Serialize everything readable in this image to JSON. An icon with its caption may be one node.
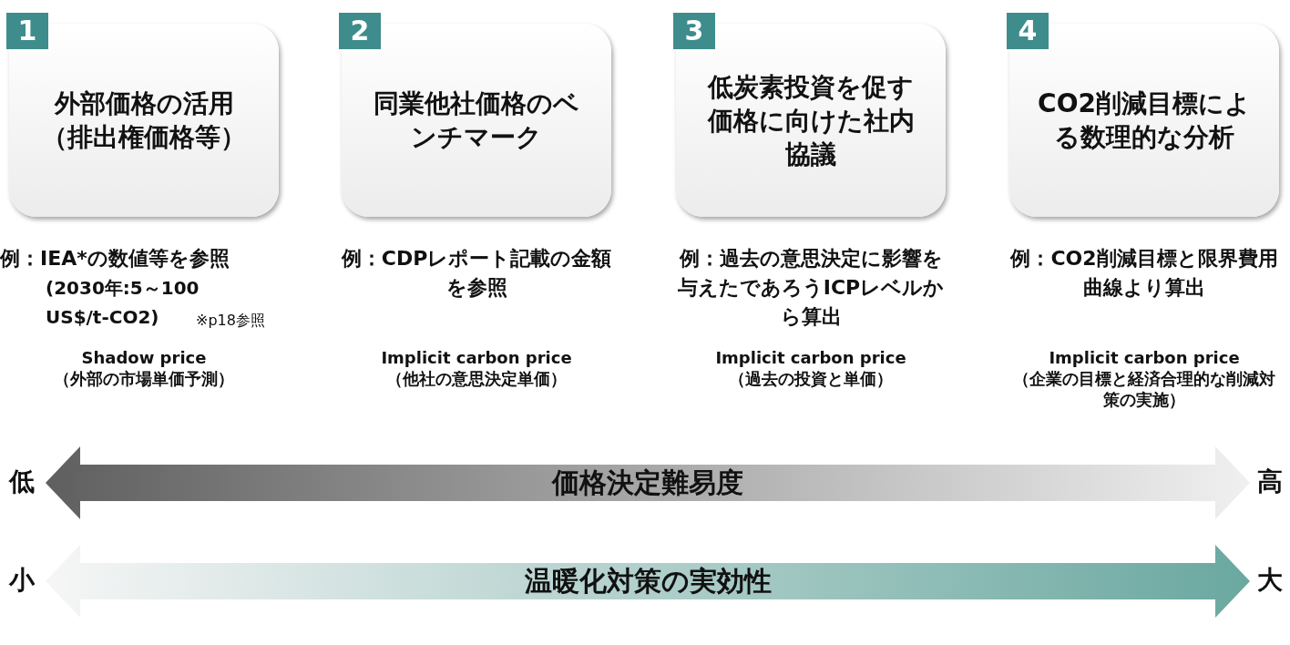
{
  "diagram": {
    "nodes": [
      {
        "text": [
          "1",
          "外部価格の活用（排出権価格等）"
        ],
        "beside": [
          "例：IEA*の数値等を参照",
          "(2030年:5～100 US$/t-CO2)",
          "※p18参照",
          "Shadow price",
          "（外部の市場単価予測）"
        ]
      },
      {
        "text": [
          "2",
          "同業他社価格のベンチマーク"
        ],
        "beside": [
          "例：CDPレポート記載の金額を参照",
          "Implicit carbon price",
          "（他社の意思決定単価）"
        ]
      },
      {
        "text": [
          "3",
          "低炭素投資を促す価格に向けた社内協議"
        ],
        "beside": [
          "例：過去の意思決定に影響を与えたであろうICPレベルから算出",
          "Implicit carbon price",
          "（過去の投資と単価）"
        ]
      },
      {
        "text": [
          "4",
          "CO2削減目標による数理的な分析"
        ],
        "beside": [
          "例：CO2削減目標と限界費用曲線より算出",
          "Implicit carbon price",
          "（企業の目標と経済合理的な削減対策の実施）"
        ]
      },
      {
        "text": [
          "価格決定難易度"
        ]
      },
      {
        "text": [
          "温暖化対策の実効性"
        ]
      }
    ],
    "labels": [
      "低",
      "高",
      "小",
      "大"
    ]
  }
}
